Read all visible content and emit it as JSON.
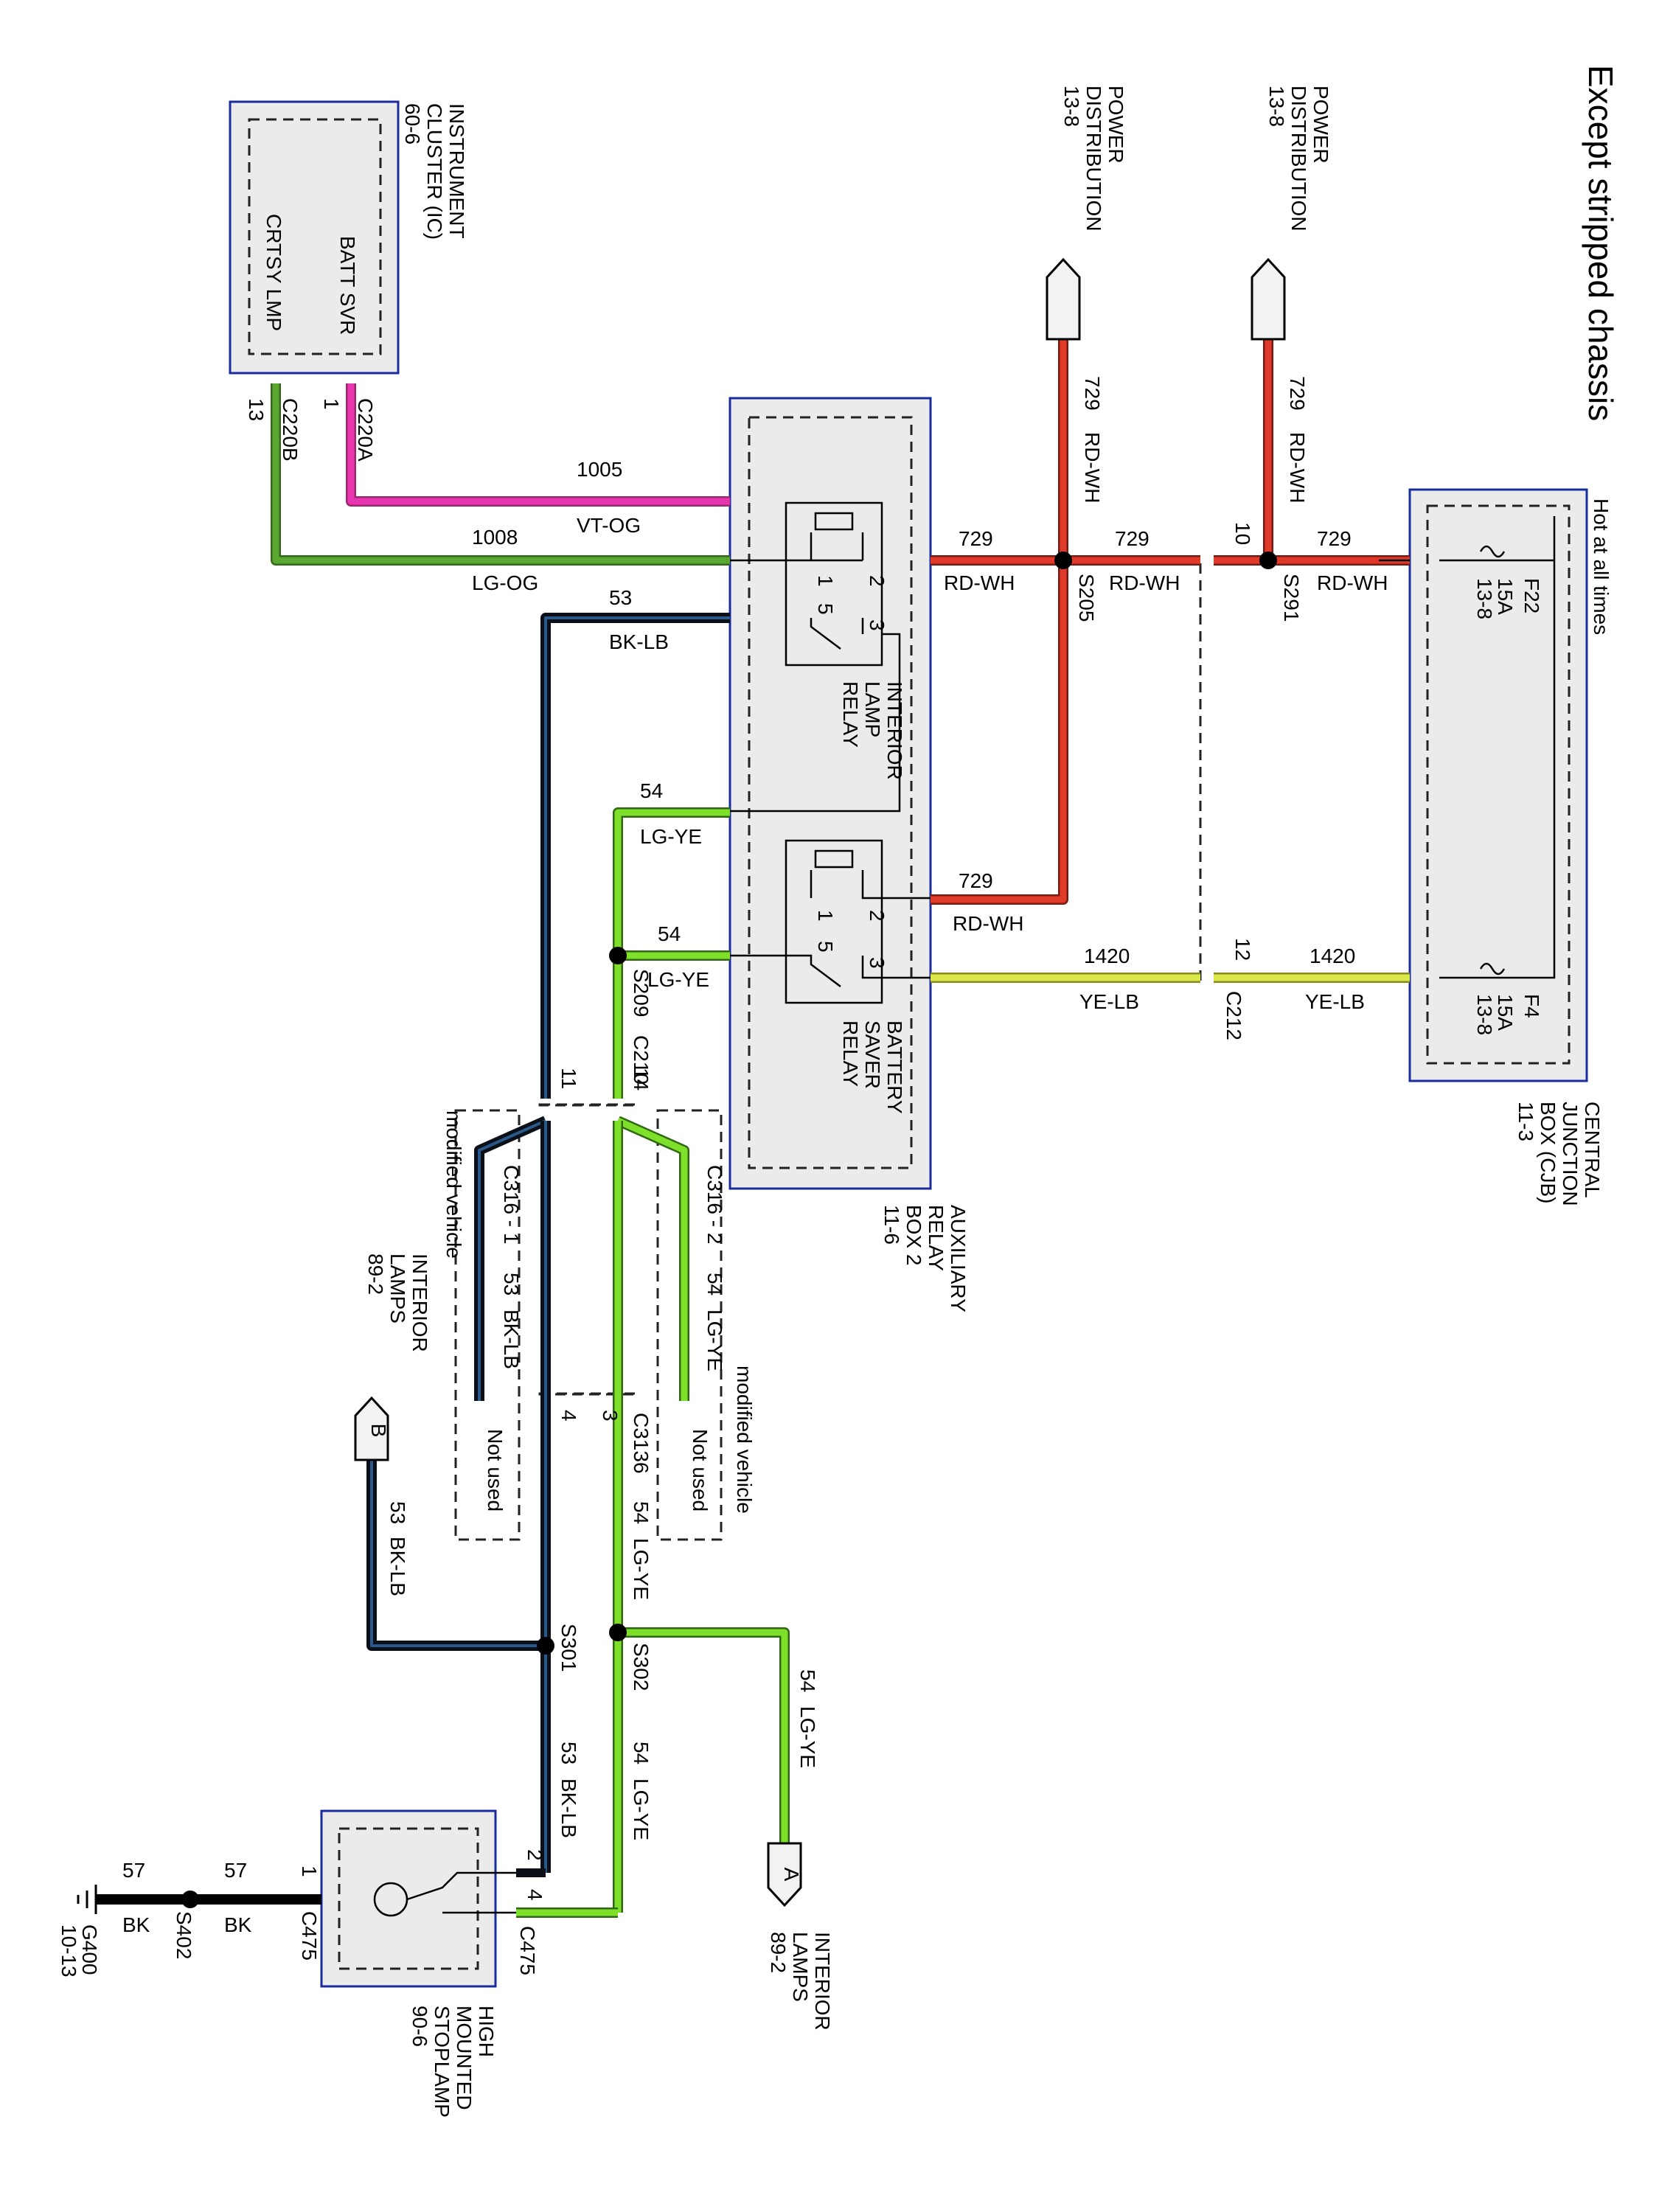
{
  "title": "Except stripped chassis",
  "hot_note": "Hot at all times",
  "colors": {
    "rd_wh": "#e03a2a",
    "vt_og": "#e835b0",
    "lg_og": "#5aa832",
    "lg_ye": "#7ee02a",
    "ye_lb": "#d8e84a",
    "bk_lb": "#1c2a3a",
    "bk": "#000000",
    "box_border": "#1a2b9c",
    "box_fill": "#ebebeb"
  },
  "components": {
    "ic": {
      "name": [
        "INSTRUMENT",
        "CLUSTER (IC)"
      ],
      "ref": "60-6",
      "batt_svr": "BATT SVR",
      "crtsy_lmp": "CRTSY LMP"
    },
    "pd1": {
      "name": [
        "POWER",
        "DISTRIBUTION"
      ],
      "ref": "13-8"
    },
    "pd2": {
      "name": [
        "POWER",
        "DISTRIBUTION"
      ],
      "ref": "13-8"
    },
    "cjb": {
      "name": [
        "CENTRAL",
        "JUNCTION",
        "BOX (CJB)"
      ],
      "ref": "11-3",
      "f22": "F22",
      "f22_amp": "15A",
      "f22_ref": "13-8",
      "f4": "F4",
      "f4_amp": "15A",
      "f4_ref": "13-8"
    },
    "arb": {
      "name": [
        "AUXILIARY",
        "RELAY",
        "BOX 2"
      ],
      "ref": "11-6"
    },
    "ilr": {
      "name": [
        "INTERIOR",
        "LAMP",
        "RELAY"
      ]
    },
    "bsr": {
      "name": [
        "BATTERY",
        "SAVER",
        "RELAY"
      ]
    },
    "hms": {
      "name": [
        "HIGH",
        "MOUNTED",
        "STOPLAMP"
      ],
      "ref": "90-6"
    },
    "il_a": {
      "name": [
        "INTERIOR",
        "LAMPS"
      ],
      "ref": "89-2",
      "letter": "A"
    },
    "il_b": {
      "name": [
        "INTERIOR",
        "LAMPS"
      ],
      "ref": "89-2",
      "letter": "B"
    },
    "ground": {
      "name": "G400",
      "ref": "10-13"
    }
  },
  "connectors": {
    "c220a": "C220A",
    "c220b": "C220B",
    "c212": "C212",
    "c210": "C210",
    "c316_1": "C316 - 1",
    "c316_2": "C316 - 2",
    "c3136": "C3136",
    "c475a": "C475",
    "c475b": "C475"
  },
  "splices": {
    "s205": "S205",
    "s291": "S291",
    "s209": "S209",
    "s301": "S301",
    "s302": "S302",
    "s402": "S402"
  },
  "pins": {
    "p1": "1",
    "p13": "13",
    "p10": "10",
    "p12": "12",
    "p11": "11",
    "p14": "14",
    "p4": "4",
    "p3": "3",
    "p2": "2",
    "p4b": "4",
    "p1b": "1",
    "r1": "1",
    "r2": "2",
    "r3": "3",
    "r5": "5",
    "r1b": "1",
    "r2b": "2",
    "r3b": "3",
    "r5b": "5"
  },
  "wires": {
    "w1005": {
      "num": "1005",
      "color": "VT-OG"
    },
    "w1008": {
      "num": "1008",
      "color": "LG-OG"
    },
    "w53_top": {
      "num": "53",
      "color": "BK-LB"
    },
    "w54_top": {
      "num": "54",
      "color": "LG-YE"
    },
    "w54_s209": {
      "num": "54",
      "color": "LG-YE"
    },
    "w729_a": {
      "num": "729",
      "color": "RD-WH"
    },
    "w729_b": {
      "num": "729",
      "color": "RD-WH"
    },
    "w729_c": {
      "num": "729",
      "color": "RD-WH"
    },
    "w729_d": {
      "num": "729",
      "color": "RD-WH"
    },
    "w729_pd1": {
      "num": "729",
      "color": "RD-WH"
    },
    "w729_pd2": {
      "num": "729",
      "color": "RD-WH"
    },
    "w1420_a": {
      "num": "1420",
      "color": "YE-LB"
    },
    "w1420_b": {
      "num": "1420",
      "color": "YE-LB"
    },
    "w53_mv": {
      "num": "53",
      "color": "BK-LB"
    },
    "w54_mv": {
      "num": "54",
      "color": "LG-YE"
    },
    "w54_c3136": {
      "num": "54",
      "color": "LG-YE"
    },
    "w53_b": {
      "num": "53",
      "color": "BK-LB"
    },
    "w54_a": {
      "num": "54",
      "color": "LG-YE"
    },
    "w53_bot": {
      "num": "53",
      "color": "BK-LB"
    },
    "w54_bot": {
      "num": "54",
      "color": "LG-YE"
    },
    "w57_a": {
      "num": "57",
      "color": "BK"
    },
    "w57_b": {
      "num": "57",
      "color": "BK"
    }
  },
  "notes": {
    "not_used_1": "Not used",
    "not_used_2": "Not used",
    "modified_1": "modified vehicle",
    "modified_2": "modified vehicle"
  }
}
